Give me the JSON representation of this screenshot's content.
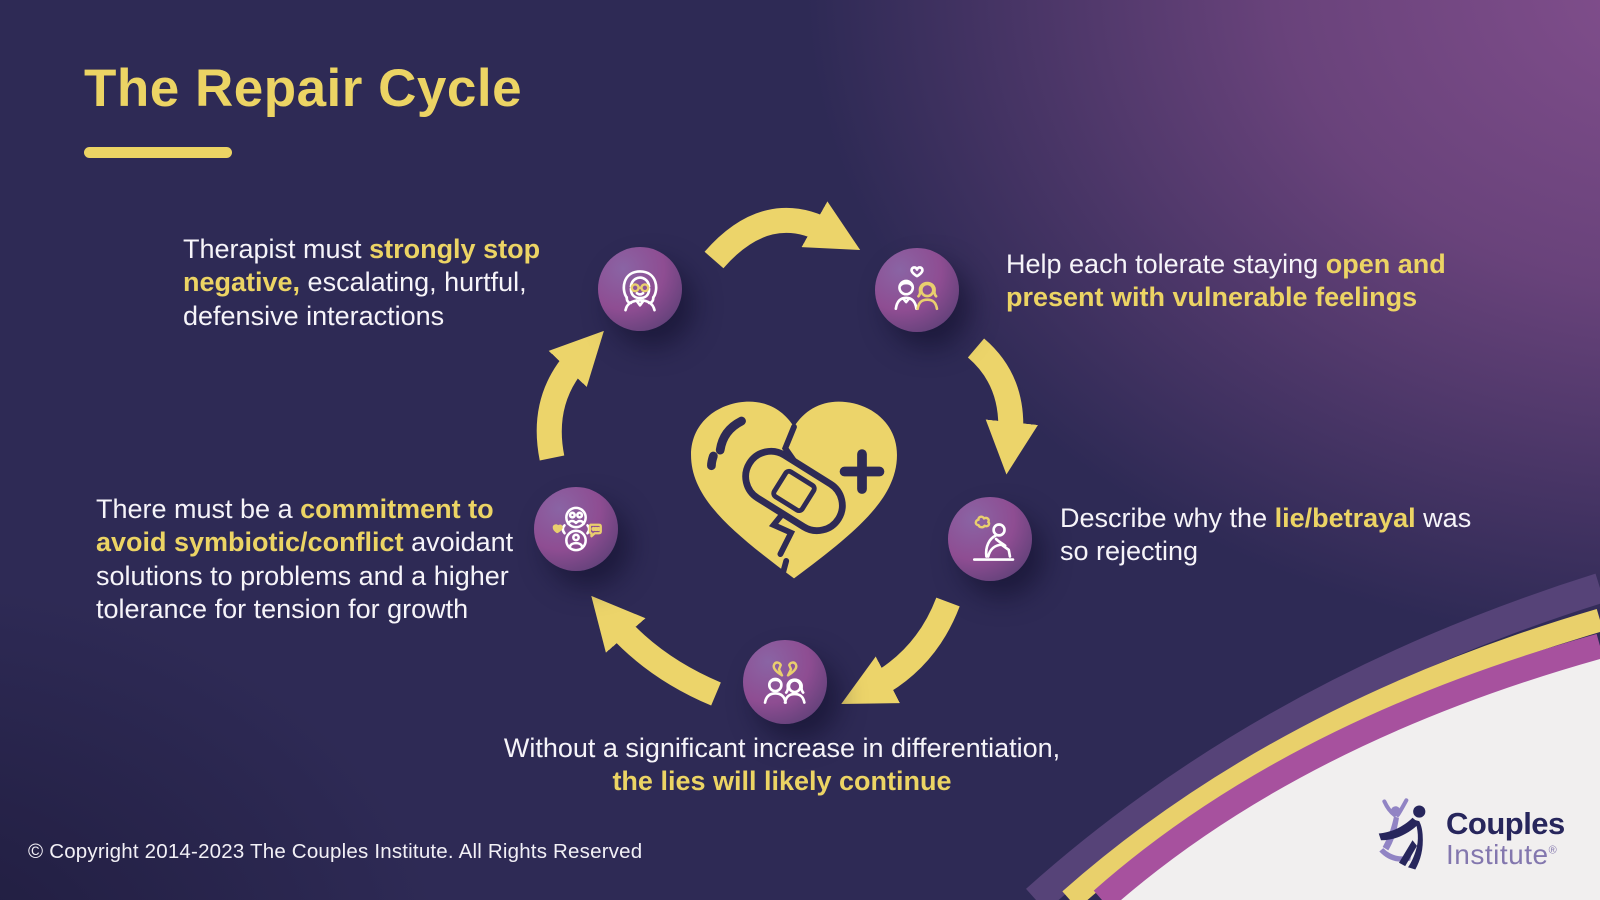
{
  "header": {
    "title": "The Repair Cycle"
  },
  "copyright": "© Copyright 2014-2023 The Couples Institute. All Rights Reserved",
  "logo": {
    "name": "Couples",
    "suffix": "Institute",
    "registered": "®"
  },
  "colors": {
    "background_navy": "#2E2A55",
    "background_purple": "#71467F",
    "accent_yellow": "#ECD464",
    "ribbon_yellow": "#E9D06B",
    "ribbon_magenta": "#A7519E",
    "ribbon_light_purple": "#564378",
    "corner_white": "#F1EFEF",
    "text_white": "#F6F4F9",
    "node_purple_gradient": [
      "#8A64A4",
      "#8E4D92",
      "#4C3B6D"
    ],
    "logo_navy": "#27265C",
    "logo_purple": "#8377AE",
    "logo_lilac": "#9184C4"
  },
  "cycle": {
    "center_icon": "broken-heart-with-bandage",
    "direction": "clockwise",
    "steps": [
      {
        "icon": "therapist-icon",
        "pre": "Therapist must ",
        "em": "strongly stop negative,",
        "post": " escalating, hurtful, defensive interactions"
      },
      {
        "icon": "couple-heart-icon",
        "pre": "Help each tolerate staying ",
        "em": "open and present with vulnerable feelings",
        "post": ""
      },
      {
        "icon": "rejected-person-icon",
        "pre": "Describe why the ",
        "em": "lie/betrayal",
        "post": " was so rejecting"
      },
      {
        "icon": "couple-broken-heart-icon",
        "pre": "Without a significant increase in differentiation, ",
        "em": "the lies will likely continue",
        "post": ""
      },
      {
        "icon": "relationship-cycle-icon",
        "pre": "There must be a ",
        "em": "commitment to avoid symbiotic/conflict",
        "post": " avoidant solutions to problems and a higher tolerance for tension for growth"
      }
    ]
  }
}
